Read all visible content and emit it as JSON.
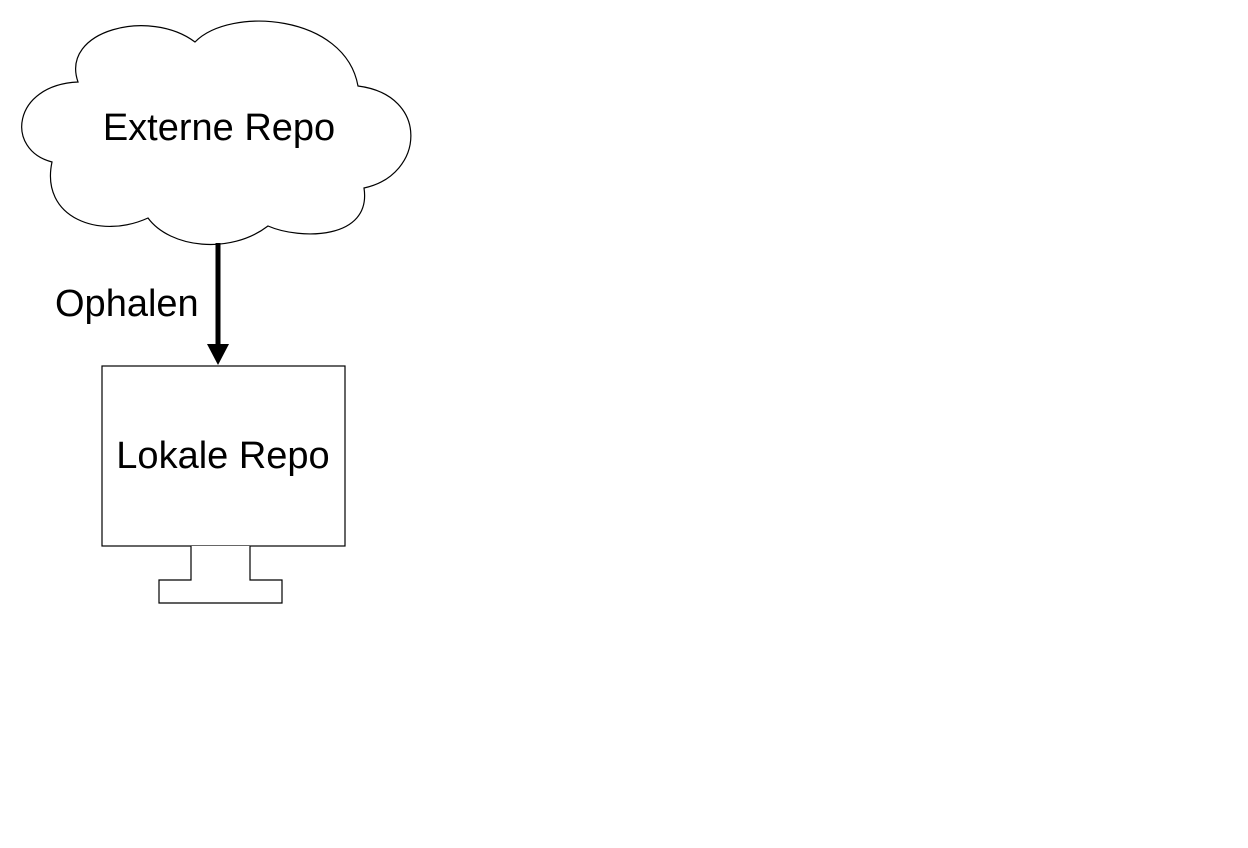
{
  "diagram": {
    "remote": {
      "label": "Externe Repo",
      "shape": "cloud"
    },
    "edge": {
      "label": "Ophalen",
      "direction": "remote-to-local"
    },
    "local": {
      "label": "Lokale Repo",
      "shape": "computer-monitor"
    }
  },
  "colors": {
    "background": "#ffffff",
    "stroke": "#000000",
    "text": "#000000"
  }
}
